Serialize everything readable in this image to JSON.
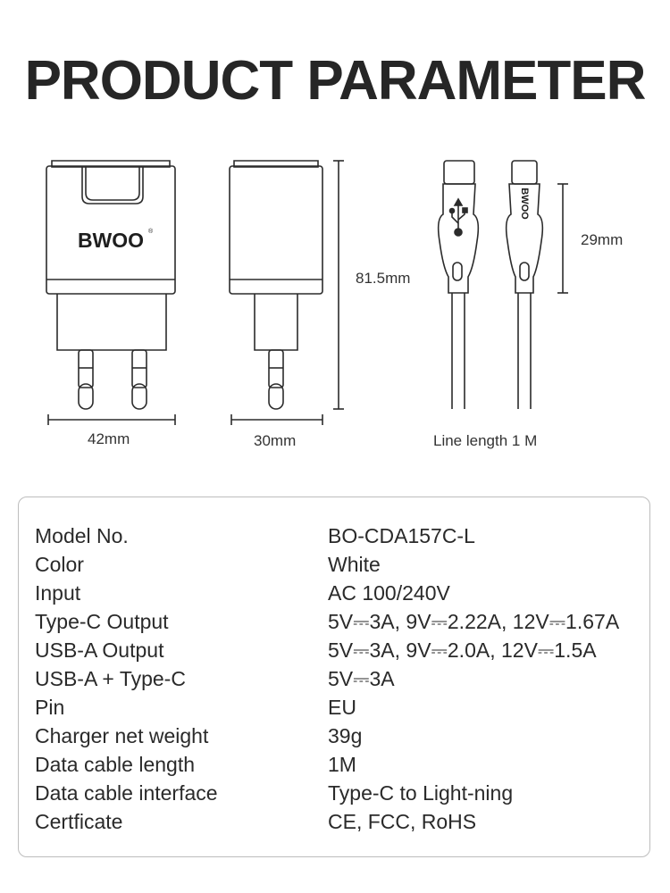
{
  "title": "PRODUCT PARAMETER",
  "brand_logo": "BWOO",
  "dimensions": {
    "width": "42mm",
    "depth": "30mm",
    "height": "81.5mm",
    "plug_length": "29mm",
    "line_length": "Line length 1 M"
  },
  "params": [
    {
      "key": "Model No.",
      "value": "BO-CDA157C-L"
    },
    {
      "key": "Color",
      "value": "White"
    },
    {
      "key": "Input",
      "value": "AC 100/240V"
    },
    {
      "key": "Type-C Output",
      "value": "5V⎓3A, 9V⎓2.22A, 12V⎓1.67A"
    },
    {
      "key": "USB-A Output",
      "value": "5V⎓3A, 9V⎓2.0A, 12V⎓1.5A"
    },
    {
      "key": "USB-A + Type-C",
      "value": "5V⎓3A"
    },
    {
      "key": "Pin",
      "value": "EU"
    },
    {
      "key": "Charger net weight",
      "value": "39g"
    },
    {
      "key": "Data cable length",
      "value": "1M"
    },
    {
      "key": "Data cable interface",
      "value": "Type-C to Light-ning"
    },
    {
      "key": "Certficate",
      "value": "CE, FCC, RoHS"
    }
  ]
}
